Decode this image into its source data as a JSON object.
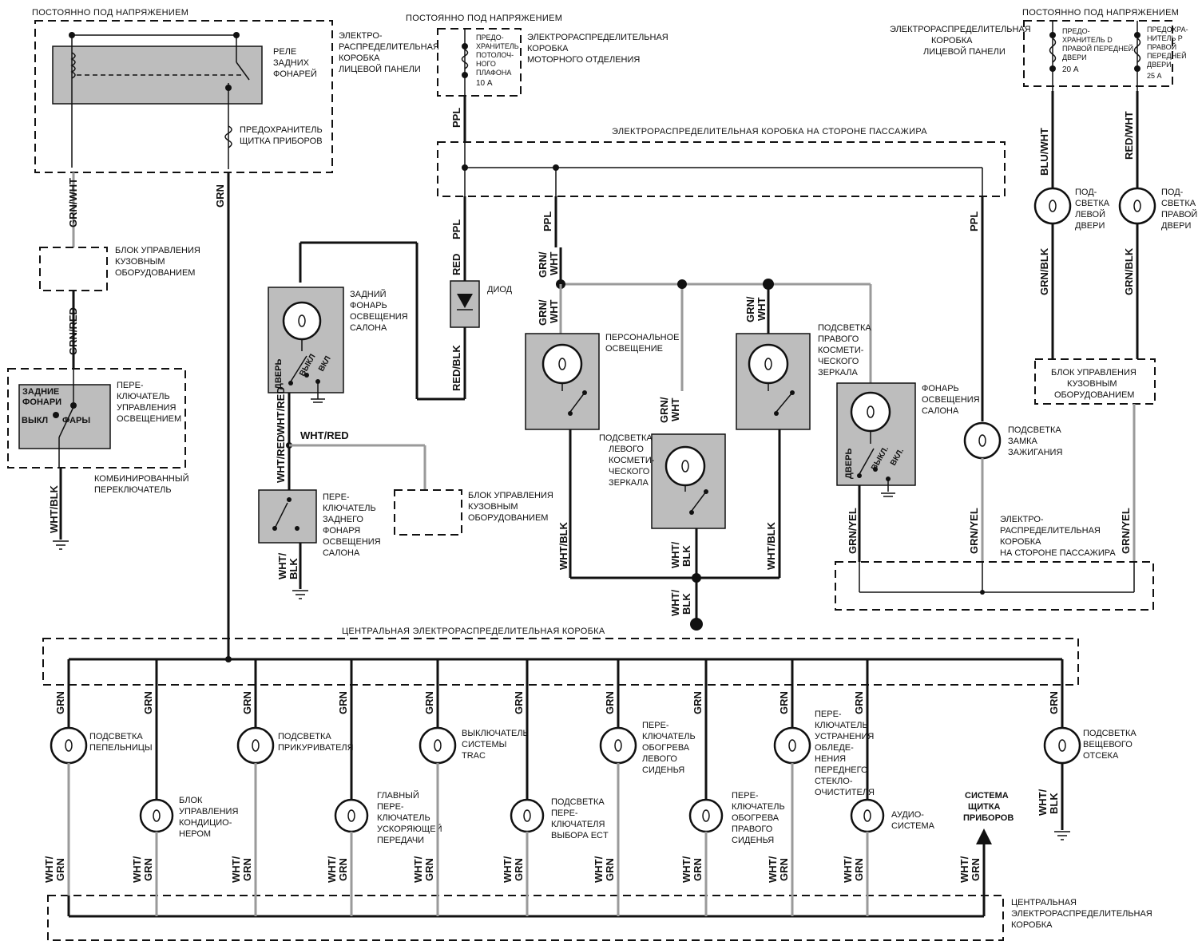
{
  "top": {
    "const_left": "ПОСТОЯННО ПОД НАПРЯЖЕНИЕМ",
    "const_mid": "ПОСТОЯННО ПОД НАПРЯЖЕНИЕМ",
    "const_right": "ПОСТОЯННО ПОД НАПРЯЖЕНИЕМ",
    "relay": [
      "РЕЛЕ",
      "ЗАДНИХ",
      "ФОНАРЕЙ"
    ],
    "dash_fuse": [
      "ПРЕДОХРАНИТЕЛЬ",
      "ЩИТКА ПРИБОРОВ"
    ],
    "dash_box_left": [
      "ЭЛЕКТРО-",
      "РАСПРЕДЕЛИТЕЛЬНАЯ",
      "КОРОБКА",
      "ЛИЦЕВОЙ ПАНЕЛИ"
    ],
    "roof_fuse": [
      "ПРЕДО-",
      "ХРАНИТЕЛЬ",
      "ПОТОЛОЧ-",
      "НОГО",
      "ПЛАФОНА",
      "10 А"
    ],
    "engine_box": [
      "ЭЛЕКТРОРАСПРЕДЕЛИТЕЛЬНАЯ",
      "КОРОБКА",
      "МОТОРНОГО ОТДЕЛЕНИЯ"
    ],
    "passenger_box": "ЭЛЕКТРОРАСПРЕДЕЛИТЕЛЬНАЯ КОРОБКА НА СТОРОНЕ ПАССАЖИРА",
    "dash_box_right": [
      "ЭЛЕКТРОРАСПРЕДЕЛИТЕЛЬНАЯ",
      "КОРОБКА",
      "ЛИЦЕВОЙ ПАНЕЛИ"
    ],
    "fuse_fl": [
      "ПРЕДО-",
      "ХРАНИТЕЛЬ D",
      "ПРАВОЙ ПЕРЕДНЕЙ",
      "ДВЕРИ",
      "20 А"
    ],
    "fuse_fr": [
      "ПРЕДОХРА-",
      "НИТЕЛЬ P",
      "ПРАВОЙ",
      "ПЕРЕДНЕЙ",
      "ДВЕРИ",
      "25 А"
    ]
  },
  "left": {
    "body_ctrl": [
      "БЛОК УПРАВЛЕНИЯ",
      "КУЗОВНЫМ",
      "ОБОРУДОВАНИЕМ"
    ],
    "sw_rear": [
      "ЗАДНИЕ",
      "ФОНАРИ"
    ],
    "sw_off": "ВЫКЛ",
    "sw_head": "ФАРЫ",
    "light_sw": [
      "ПЕРЕ-",
      "КЛЮЧАТЕЛЬ",
      "УПРАВЛЕНИЯ",
      "ОСВЕЩЕНИЕМ"
    ],
    "combo": [
      "КОМБИНИРОВАННЫЙ",
      "ПЕРЕКЛЮЧАТЕЛЬ"
    ]
  },
  "center": {
    "rear_lamp": [
      "ЗАДНИЙ",
      "ФОНАРЬ",
      "ОСВЕЩЕНИЯ",
      "САЛОНА"
    ],
    "door": "ДВЕРЬ",
    "off": "ВЫКЛ",
    "on": "ВКЛ",
    "diode": "ДИОД",
    "rear_sw": [
      "ПЕРЕ-",
      "КЛЮЧАТЕЛЬ",
      "ЗАДНЕГО",
      "ФОНАРЯ",
      "ОСВЕЩЕНИЯ",
      "САЛОНА"
    ],
    "body_ctrl": [
      "БЛОК УПРАВЛЕНИЯ",
      "КУЗОВНЫМ",
      "ОБОРУДОВАНИЕМ"
    ],
    "personal": [
      "ПЕРСОНАЛЬНОЕ",
      "ОСВЕЩЕНИЕ"
    ],
    "left_mirror": [
      "ПОДСВЕТКА",
      "ЛЕВОГО",
      "КОСМЕТИ-",
      "ЧЕСКОГО",
      "ЗЕРКАЛА"
    ],
    "right_mirror": [
      "ПОДСВЕТКА",
      "ПРАВОГО",
      "КОСМЕТИ-",
      "ЧЕСКОГО",
      "ЗЕРКАЛА"
    ],
    "cabin_lamp": [
      "ФОНАРЬ",
      "ОСВЕЩЕНИЯ",
      "САЛОНА"
    ],
    "door2": "ДВЕРЬ",
    "off2": "ВЫКЛ.",
    "on2": "ВКЛ."
  },
  "right": {
    "left_door": [
      "ПОД-",
      "СВЕТКА",
      "ЛЕВОЙ",
      "ДВЕРИ"
    ],
    "right_door": [
      "ПОД-",
      "СВЕТКА",
      "ПРАВОЙ",
      "ДВЕРИ"
    ],
    "body_ctrl": [
      "БЛОК УПРАВЛЕНИЯ",
      "КУЗОВНЫМ",
      "ОБОРУДОВАНИЕМ"
    ],
    "ign_lock": [
      "ПОДСВЕТКА",
      "ЗАМКА",
      "ЗАЖИГАНИЯ"
    ],
    "pass_box": [
      "ЭЛЕКТРО-",
      "РАСПРЕДЕЛИТЕЛЬНАЯ",
      "КОРОБКА",
      "НА СТОРОНЕ ПАССАЖИРА"
    ]
  },
  "bottom": {
    "central_top": "ЦЕНТРАЛЬНАЯ ЭЛЕКТРОРАСПРЕДЕЛИТЕЛЬНАЯ КОРОБКА",
    "central_bottom": [
      "ЦЕНТРАЛЬНАЯ",
      "ЭЛЕКТРОРАСПРЕДЕЛИТЕЛЬНАЯ",
      "КОРОБКА"
    ],
    "ashtray": [
      "ПОДСВЕТКА",
      "ПЕПЕЛЬНИЦЫ"
    ],
    "ac": [
      "БЛОК",
      "УПРАВЛЕНИЯ",
      "КОНДИЦИО-",
      "НЕРОМ"
    ],
    "lighter": [
      "ПОДСВЕТКА",
      "ПРИКУРИВАТЕЛЯ"
    ],
    "od": [
      "ГЛАВНЫЙ",
      "ПЕРЕ-",
      "КЛЮЧАТЕЛЬ",
      "УСКОРЯЮЩЕЙ",
      "ПЕРЕДАЧИ"
    ],
    "trac": [
      "ВЫКЛЮЧАТЕЛЬ",
      "СИСТЕМЫ",
      "TRAC"
    ],
    "ect": [
      "ПОДСВЕТКА",
      "ПЕРЕ-",
      "КЛЮЧАТЕЛЯ",
      "ВЫБОРА ECT"
    ],
    "seat_l": [
      "ПЕРЕ-",
      "КЛЮЧАТЕЛЬ",
      "ОБОГРЕВА",
      "ЛЕВОГО",
      "СИДЕНЬЯ"
    ],
    "seat_r": [
      "ПЕРЕ-",
      "КЛЮЧАТЕЛЬ",
      "ОБОГРЕВА",
      "ПРАВОГО",
      "СИДЕНЬЯ"
    ],
    "defog": [
      "ПЕРЕ-",
      "КЛЮЧАТЕЛЬ",
      "УСТРАНЕНИЯ",
      "ОБЛЕДЕ-",
      "НЕНИЯ",
      "ПЕРЕДНЕГО",
      "СТЕКЛО-",
      "ОЧИСТИТЕЛЯ"
    ],
    "audio": [
      "АУДИО-",
      "СИСТЕМА"
    ],
    "gauge": [
      "СИСТЕМА",
      "ЩИТКА",
      "ПРИБОРОВ"
    ],
    "glove": [
      "ПОДСВЕТКА",
      "ВЕЩЕВОГО",
      "ОТСЕКА"
    ]
  },
  "wires": {
    "grn_wht": "GRN/WHT",
    "grn": "GRN",
    "grn_red": "GRN/RED",
    "wht_blk": "WHT/BLK",
    "ppl": "PPL",
    "red": "RED",
    "red_blk": "RED/BLK",
    "wht_red": "WHT/RED",
    "wht_slash": "WHT/",
    "red_part": "RED",
    "blk_part": "BLK",
    "grn_slash": "GRN/",
    "wht_part": "WHT",
    "grn_part": "GRN",
    "blu_wht": "BLU/WHT",
    "red_wht": "RED/WHT",
    "grn_blk": "GRN/BLK",
    "grn_yel": "GRN/YEL"
  }
}
